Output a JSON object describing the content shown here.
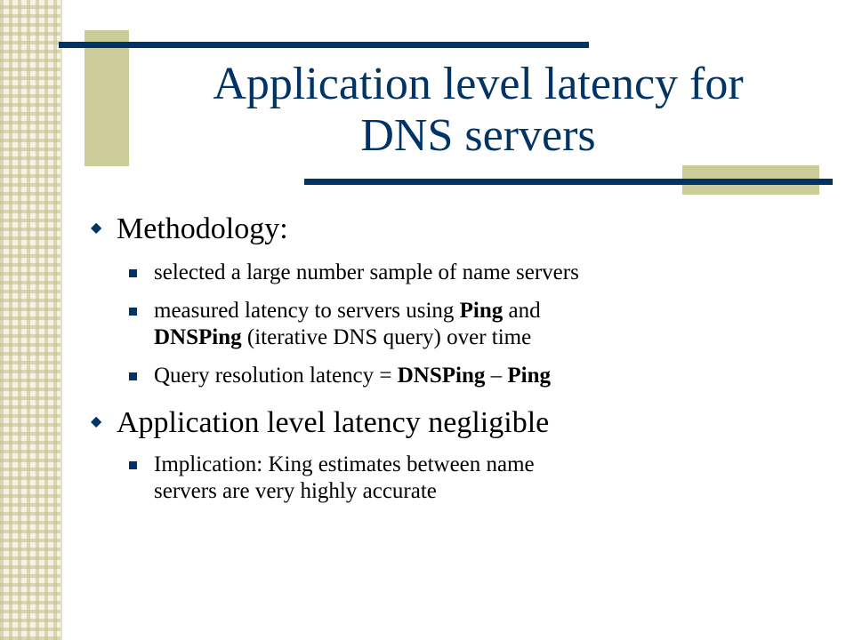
{
  "slide": {
    "title_line1": "Application level latency for",
    "title_line2": "DNS servers"
  },
  "bullets": [
    {
      "label": "Methodology:",
      "sub": [
        {
          "text": "selected a large number sample of name servers"
        },
        {
          "line1_a": "measured latency to servers using ",
          "line1_b": "Ping",
          "line1_c": " and",
          "line2_a": "DNSPing",
          "line2_b": " (iterative DNS query) over time"
        },
        {
          "part_a": "Query resolution latency = ",
          "part_b": "DNSPing",
          "part_c": " – ",
          "part_d": "Ping"
        }
      ]
    },
    {
      "label": "Application level latency negligible",
      "sub": [
        {
          "line1": "Implication: King estimates between name",
          "line2": "servers are very highly accurate"
        }
      ]
    }
  ],
  "colors": {
    "title": "#003366",
    "accent_line": "#003366",
    "accent_block": "#cccc99",
    "bullet": "#003366"
  },
  "icons": {
    "level1_bullet": "diamond",
    "level2_bullet": "square"
  }
}
